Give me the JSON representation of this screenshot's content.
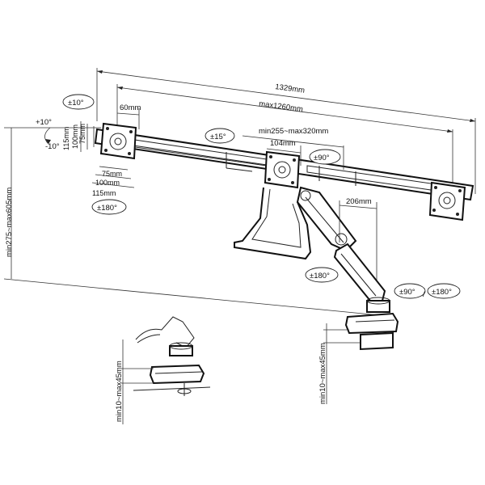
{
  "dimensions": {
    "overall_width": "1329mm",
    "max_width": "max1260mm",
    "vesa_offset": "60mm",
    "arm_length": "min255~max320mm",
    "arm_center": "104mm",
    "pole_offset": "206mm",
    "height_range": "min275~max605mm",
    "vesa_h1": "75mm",
    "vesa_h2": "100mm",
    "vesa_h3": "115mm",
    "vesa_v1": "75mm",
    "vesa_v2": "100mm",
    "vesa_v3": "115mm",
    "desk_thickness_clamp": "min10~max45mm",
    "desk_thickness_base": "min10~max45mm"
  },
  "angles": {
    "tilt_top": "±10°",
    "tilt_up": "+10°",
    "tilt_down": "-10°",
    "rotate_screen": "±180°",
    "swivel_bar": "±15°",
    "arm_swivel": "±90°",
    "elbow_rotate": "±180°",
    "base_swivel": "±90°",
    "base_rotate": "±180°",
    "separator": "/"
  }
}
